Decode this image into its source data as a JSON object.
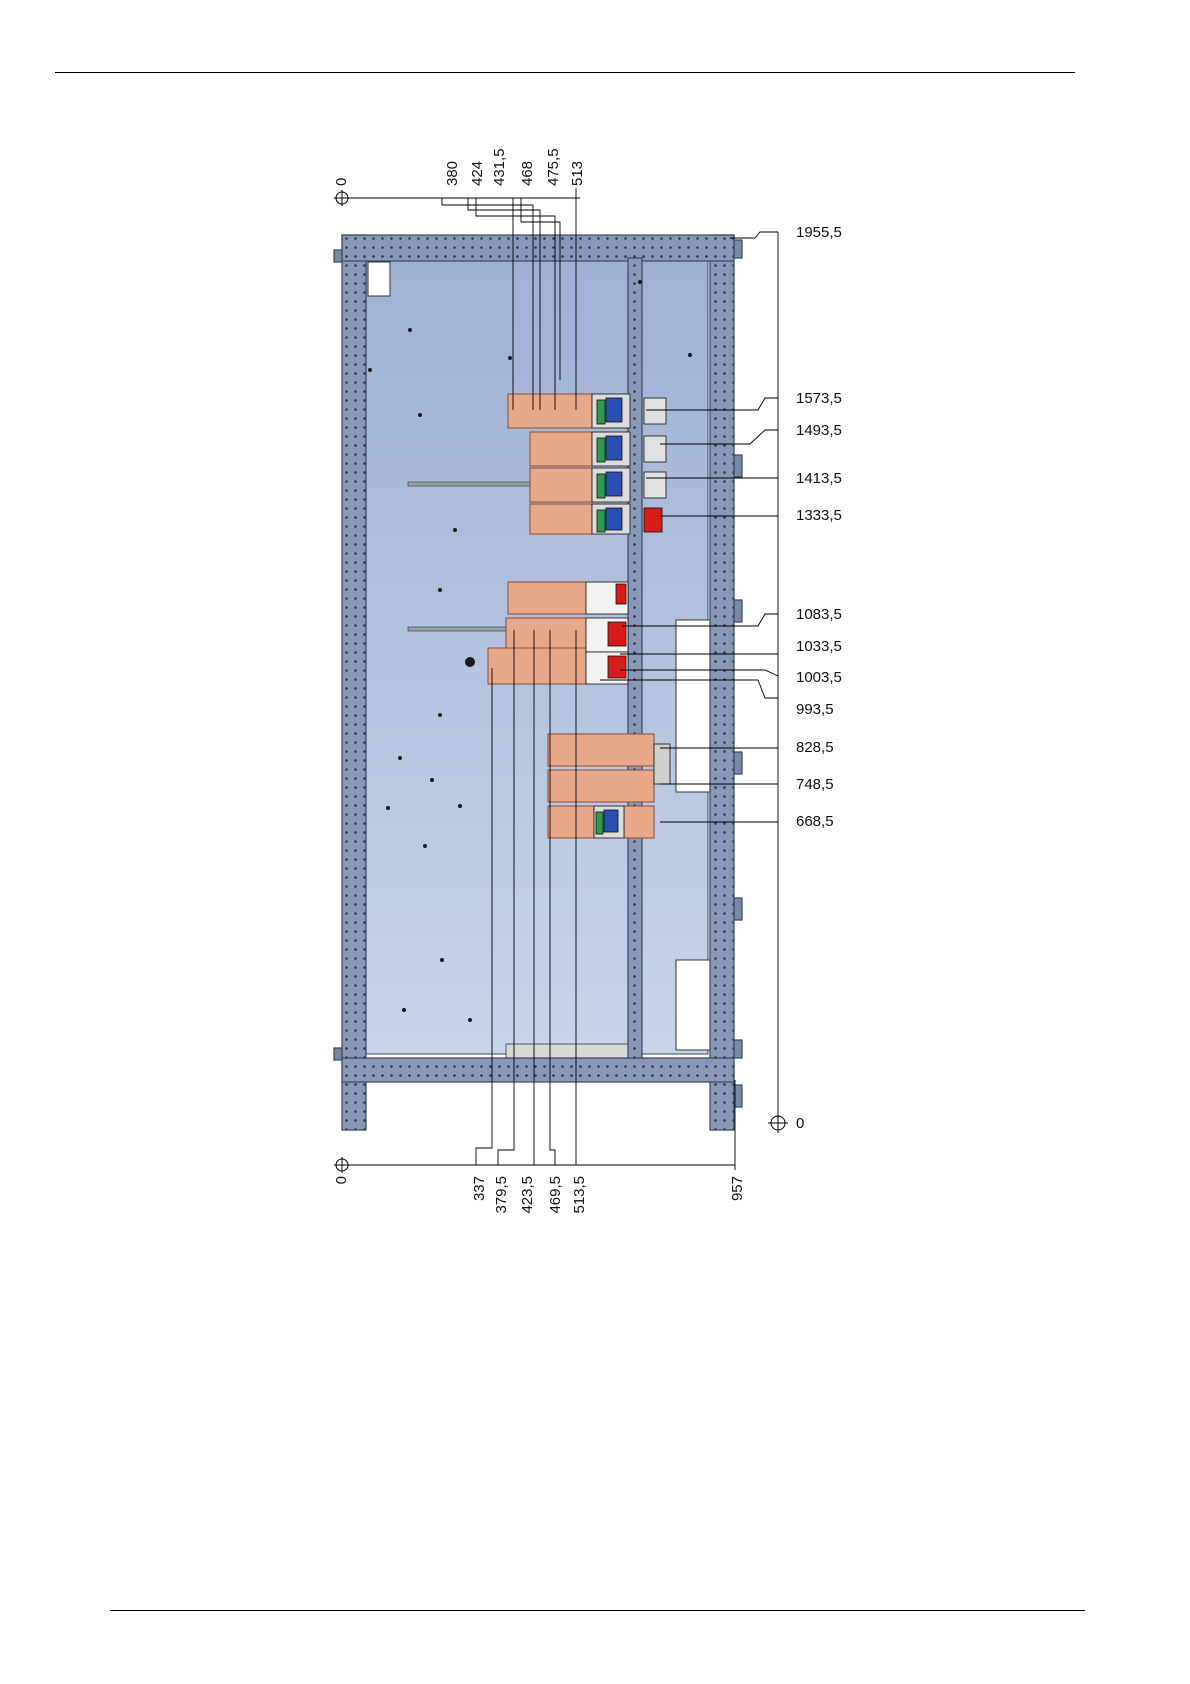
{
  "colors": {
    "frame": "#8a98b8",
    "frame_edge": "#3a4560",
    "panel_top": "#9fb0d2",
    "panel_bottom": "#c8d4ea",
    "busbar": "#e8a98a",
    "busbar_edge": "#8a4a30",
    "breaker_green": "#2f9a4a",
    "breaker_blue": "#2a4fb0",
    "red_part": "#d81b1b",
    "dimension_line": "#000000"
  },
  "top_dimensions": [
    "0",
    "380",
    "424",
    "431,5",
    "468",
    "475,5",
    "513"
  ],
  "bottom_dimensions": [
    "0",
    "337",
    "379,5",
    "423,5",
    "469,5",
    "513,5",
    "957"
  ],
  "right_dimensions": [
    {
      "label": "1955,5",
      "value": 1955.5
    },
    {
      "label": "1573,5",
      "value": 1573.5
    },
    {
      "label": "1493,5",
      "value": 1493.5
    },
    {
      "label": "1413,5",
      "value": 1413.5
    },
    {
      "label": "1333,5",
      "value": 1333.5
    },
    {
      "label": "1083,5",
      "value": 1083.5
    },
    {
      "label": "1033,5",
      "value": 1033.5
    },
    {
      "label": "1003,5",
      "value": 1003.5
    },
    {
      "label": "993,5",
      "value": 993.5
    },
    {
      "label": "828,5",
      "value": 828.5
    },
    {
      "label": "748,5",
      "value": 748.5
    },
    {
      "label": "668,5",
      "value": 668.5
    },
    {
      "label": "0",
      "value": 0
    }
  ]
}
